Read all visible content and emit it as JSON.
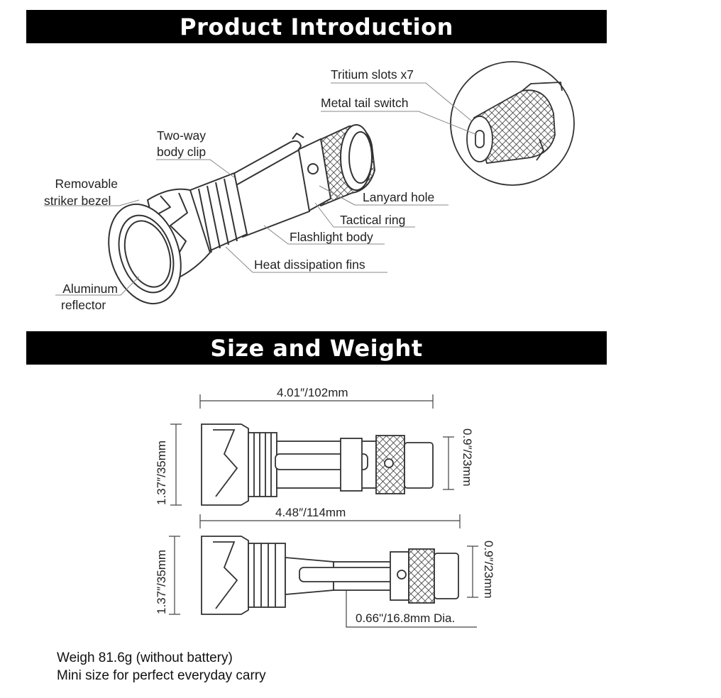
{
  "sections": {
    "intro_title": "Product Introduction",
    "size_title": "Size and Weight"
  },
  "callouts": {
    "tritium": "Tritium slots x7",
    "tail_switch": "Metal tail switch",
    "clip_line1": "Two-way",
    "clip_line2": "body clip",
    "bezel_line1": "Removable",
    "bezel_line2": "striker bezel",
    "lanyard": "Lanyard hole",
    "tactical_ring": "Tactical ring",
    "body": "Flashlight body",
    "fins": "Heat dissipation fins",
    "reflector_line1": "Aluminum",
    "reflector_line2": "reflector"
  },
  "dimensions": {
    "length_short": "4.01″/102mm",
    "length_long": "4.48″/114mm",
    "head_dia_top": "1.37″/35mm",
    "tail_dia_top": "0.9″/23mm",
    "head_dia_bottom": "1.37″/35mm",
    "tail_dia_bottom": "0.9″/23mm",
    "body_dia": "0.66\"/16.8mm Dia."
  },
  "notes": {
    "weight": "Weigh 81.6g (without battery)",
    "carry": "Mini size for perfect everyday carry"
  }
}
